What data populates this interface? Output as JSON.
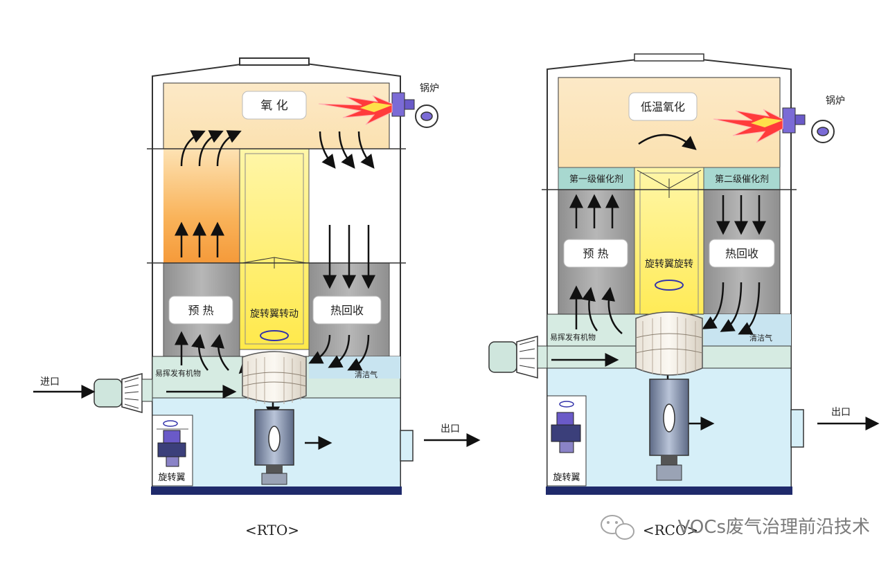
{
  "rto": {
    "oxidation": "氧 化",
    "boiler": "锅炉",
    "preheat": "预 热",
    "heat_recovery": "热回收",
    "rotor_turning": "旋转翼转动",
    "voc_gas": "易挥发有机物",
    "clean_gas": "清洁气",
    "inlet": "进口",
    "outlet": "出口",
    "rotary_wing": "旋转翼",
    "caption": "<RTO>"
  },
  "rco": {
    "low_temp_oxidation": "低温氧化",
    "boiler": "锅炉",
    "catalyst_stage1": "第一级催化剂",
    "catalyst_stage2": "第二级催化剂",
    "preheat": "预 热",
    "heat_recovery": "热回收",
    "rotor_rotating": "旋转翼旋转",
    "voc_gas": "易挥发有机物",
    "clean_gas": "清洁气",
    "outlet": "出口",
    "rotary_wing": "旋转翼",
    "caption": "<RCO>"
  },
  "watermark": "VOCs废气治理前沿技术",
  "colors": {
    "wall": "#ffffff",
    "outline": "#333333",
    "warm_top": "#fbe3b8",
    "hot_column": "#f6a44a",
    "yellow_core": "#fff27a",
    "grey_bed": "#9a9a9a",
    "teal_band": "#cfe6dd",
    "bottom_chamber": "#d4eef7",
    "flame": "#ff3333",
    "burner": "#7b6bd6",
    "base": "#1f2a6b"
  },
  "icons": [
    "flame-icon",
    "burner-icon",
    "fan-motor-icon",
    "rotor-icon",
    "wechat-icon"
  ]
}
